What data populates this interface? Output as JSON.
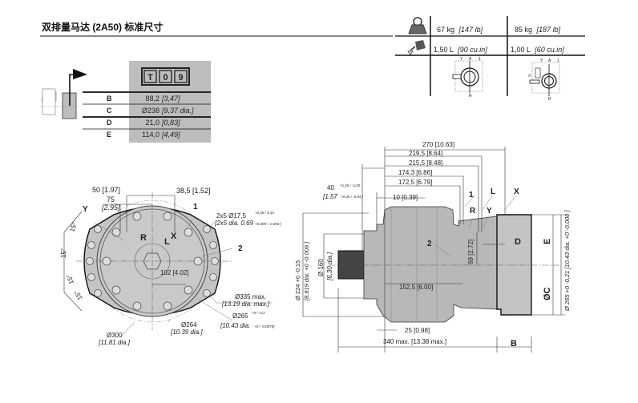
{
  "header": {
    "title": "双排量马达 (2A50) 标准尺寸"
  },
  "spec_table": {
    "weight_icon": "weight-icon",
    "oil_icon": "oil-can-icon",
    "weight": [
      {
        "value": "67 kg",
        "imperial": "[147 lb]"
      },
      {
        "value": "85 kg",
        "imperial": "[187 lb]"
      }
    ],
    "oil_volume": [
      {
        "value": "1,50 L",
        "imperial": "[90 cu.in]"
      },
      {
        "value": "1,00 L",
        "imperial": "[60 cu.in]"
      }
    ],
    "schematic_labels": {
      "y": "Y",
      "a": "A",
      "one": "1",
      "r": "R",
      "x": "X"
    }
  },
  "option_table": {
    "code": [
      "T",
      "0",
      "9"
    ],
    "rows": [
      {
        "label": "B",
        "value": "88,2",
        "imperial": "[3,47]"
      },
      {
        "label": "C",
        "value": "Ø238",
        "imperial": "[9,37 dia.]"
      },
      {
        "label": "D",
        "value": "21,0",
        "imperial": "[0,83]"
      },
      {
        "label": "E",
        "value": "114,0",
        "imperial": "[4,49]"
      }
    ]
  },
  "front_view": {
    "dim_50": "50 [1.97]",
    "dim_38_5": "38,5 [1.52]",
    "dim_75": "75",
    "dim_75_in": "[2.95]",
    "label_y": "Y",
    "label_1": "1",
    "label_r": "R",
    "label_l": "L",
    "label_x": "X",
    "label_2": "2",
    "holes": "2x5  Ø17,5",
    "holes_tol": "+0,25 / 0,10",
    "holes_in": "[2x5 dia. 0.69",
    "holes_in_tol": "+0.009 / -0.004 ]",
    "angles": [
      "15°",
      "15°",
      "15°",
      "15°"
    ],
    "dim_102": "102 [4.02]",
    "dim_335": "Ø335 max.",
    "dim_335_in": "[13.19 dia. max.]",
    "dim_265": "Ø265",
    "dim_265_tol": "+0 / -0,2",
    "dim_265_in": "[10.43 dia.",
    "dim_265_in_tol": "+0 / -0.0079]",
    "dim_264": "Ø264",
    "dim_264_in": "[10.39 dia.]",
    "dim_300": "Ø300",
    "dim_300_in": "[11.81 dia.]"
  },
  "side_view": {
    "dim_270": "270 [10.63]",
    "dim_219_5": "219,5 [8.64]",
    "dim_215_5": "215,5 [8.48]",
    "dim_174_3": "174,3 [6.86]",
    "dim_172_5": "172,5 [6.79]",
    "dim_40": "40",
    "dim_40_tol": "+1,26 / -1,00",
    "dim_40_in": "[1.57",
    "dim_40_in_tol": "+0.05 / -0.04 ]",
    "dim_10": "10 [0.39]",
    "label_1": "1",
    "label_l": "L",
    "label_x": "X",
    "label_r": "R",
    "label_y": "Y",
    "label_2": "2",
    "label_d": "D",
    "label_e": "E",
    "label_c": "ØC",
    "label_b": "B",
    "dim_69": "69 [2.72]",
    "dim_152_5": "152,5 [6.00]",
    "dim_25": "25 [0.98]",
    "dim_340": "340 max. [13.38 max.]",
    "dim_224": "Ø 224 +0 -0,15",
    "dim_224_in": "[8.819 dia. +0 -0.006 ]",
    "dim_160": "Ø 160",
    "dim_160_in": "[6.30 dia.]",
    "dim_265": "Ø 265 +0 -0,21 [10.43 dia. +0 -0.008 ]"
  }
}
